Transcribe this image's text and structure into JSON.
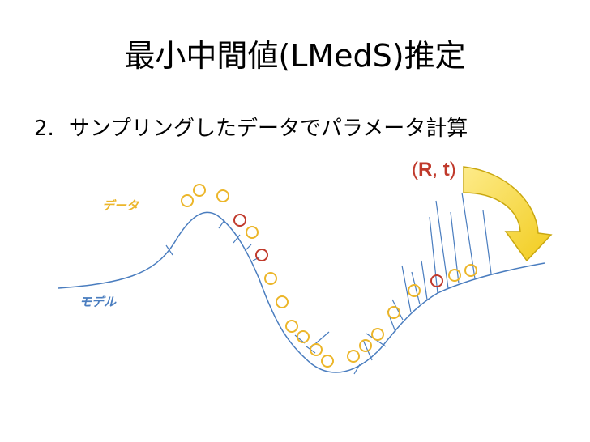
{
  "title": "最小中間値(LMedS)推定",
  "bullet": {
    "number": "2.",
    "text": "サンプリングしたデータでパラメータ計算"
  },
  "labels": {
    "data": "データ",
    "model": "モデル"
  },
  "param": {
    "open": "(",
    "R": "R",
    "sep": ", ",
    "t": "t",
    "close": ")"
  },
  "colors": {
    "model_curve": "#4a7dbf",
    "data_point": "#ecb62a",
    "sampled_point": "#c0392b",
    "arrow": "#f2d22e"
  }
}
